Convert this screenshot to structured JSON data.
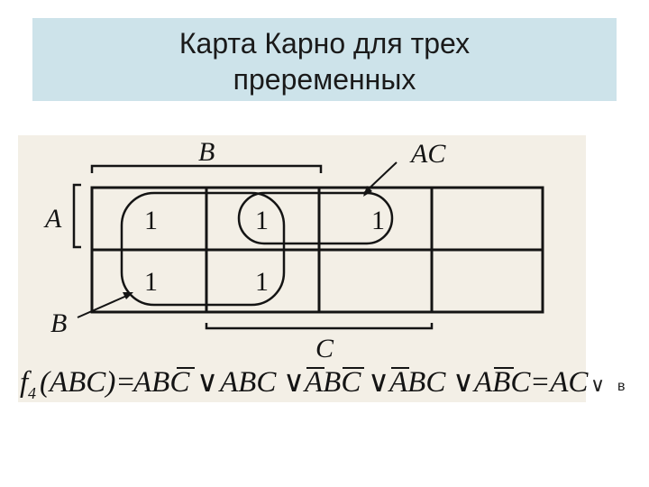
{
  "title": {
    "line1": "Карта Карно для трех",
    "line2": "преременных"
  },
  "kmap": {
    "labels": {
      "b_top": "B",
      "ac": "AC",
      "a": "A",
      "b_bottom": "B",
      "c": "C"
    },
    "cells": [
      {
        "row": 0,
        "col": 0,
        "value": "1"
      },
      {
        "row": 0,
        "col": 1,
        "value": "1"
      },
      {
        "row": 0,
        "col": 2,
        "value": "1"
      },
      {
        "row": 1,
        "col": 0,
        "value": "1"
      },
      {
        "row": 1,
        "col": 1,
        "value": "1"
      }
    ]
  },
  "formula": {
    "lhs_f": "f",
    "lhs_sub": "4",
    "lhs_args": "(ABC)=",
    "terms": [
      "ABC",
      "ABC",
      "ABC",
      "ABC",
      "ABC"
    ],
    "result": "=AC",
    "or_symbol": "∨",
    "tail_or": "∨",
    "tail_b": "в"
  },
  "colors": {
    "title_bg": "#cde3ea",
    "scan_bg": "#f3efe6",
    "ink": "#141414"
  }
}
